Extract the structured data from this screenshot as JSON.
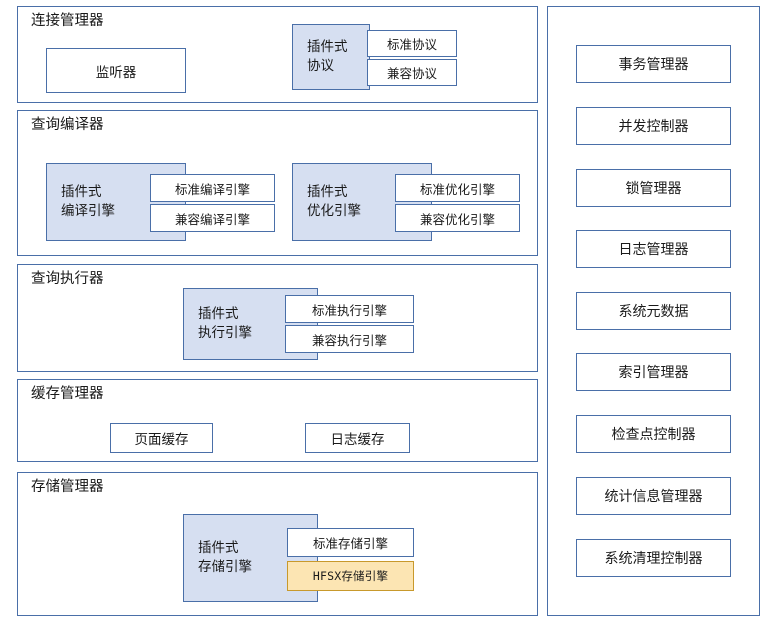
{
  "diagram": {
    "title": "Database system architecture diagram",
    "colors": {
      "border": "#4a6fa8",
      "plugin_fill": "#d6dff1",
      "highlight_fill": "#fce5b3",
      "highlight_border": "#c8992c",
      "background": "#ffffff"
    },
    "left_column": {
      "sections": [
        {
          "title": "连接管理器",
          "plain_boxes": [
            {
              "label": "监听器"
            }
          ],
          "plugins": [
            {
              "label_lines": [
                "插件式",
                "协议"
              ],
              "engines": [
                {
                  "label": "标准协议",
                  "highlight": false
                },
                {
                  "label": "兼容协议",
                  "highlight": false
                }
              ]
            }
          ]
        },
        {
          "title": "查询编译器",
          "plain_boxes": [],
          "plugins": [
            {
              "label_lines": [
                "插件式",
                "编译引擎"
              ],
              "engines": [
                {
                  "label": "标准编译引擎",
                  "highlight": false
                },
                {
                  "label": "兼容编译引擎",
                  "highlight": false
                }
              ]
            },
            {
              "label_lines": [
                "插件式",
                "优化引擎"
              ],
              "engines": [
                {
                  "label": "标准优化引擎",
                  "highlight": false
                },
                {
                  "label": "兼容优化引擎",
                  "highlight": false
                }
              ]
            }
          ]
        },
        {
          "title": "查询执行器",
          "plain_boxes": [],
          "plugins": [
            {
              "label_lines": [
                "插件式",
                "执行引擎"
              ],
              "engines": [
                {
                  "label": "标准执行引擎",
                  "highlight": false
                },
                {
                  "label": "兼容执行引擎",
                  "highlight": false
                }
              ]
            }
          ]
        },
        {
          "title": "缓存管理器",
          "plain_boxes": [
            {
              "label": "页面缓存"
            },
            {
              "label": "日志缓存"
            }
          ],
          "plugins": []
        },
        {
          "title": "存储管理器",
          "plain_boxes": [],
          "plugins": [
            {
              "label_lines": [
                "插件式",
                "存储引擎"
              ],
              "engines": [
                {
                  "label": "标准存储引擎",
                  "highlight": false
                },
                {
                  "label": "HFSX存储引擎",
                  "highlight": true
                }
              ]
            }
          ]
        }
      ]
    },
    "right_column": {
      "items": [
        {
          "label": "事务管理器"
        },
        {
          "label": "并发控制器"
        },
        {
          "label": "锁管理器"
        },
        {
          "label": "日志管理器"
        },
        {
          "label": "系统元数据"
        },
        {
          "label": "索引管理器"
        },
        {
          "label": "检查点控制器"
        },
        {
          "label": "统计信息管理器"
        },
        {
          "label": "系统清理控制器"
        }
      ]
    }
  }
}
